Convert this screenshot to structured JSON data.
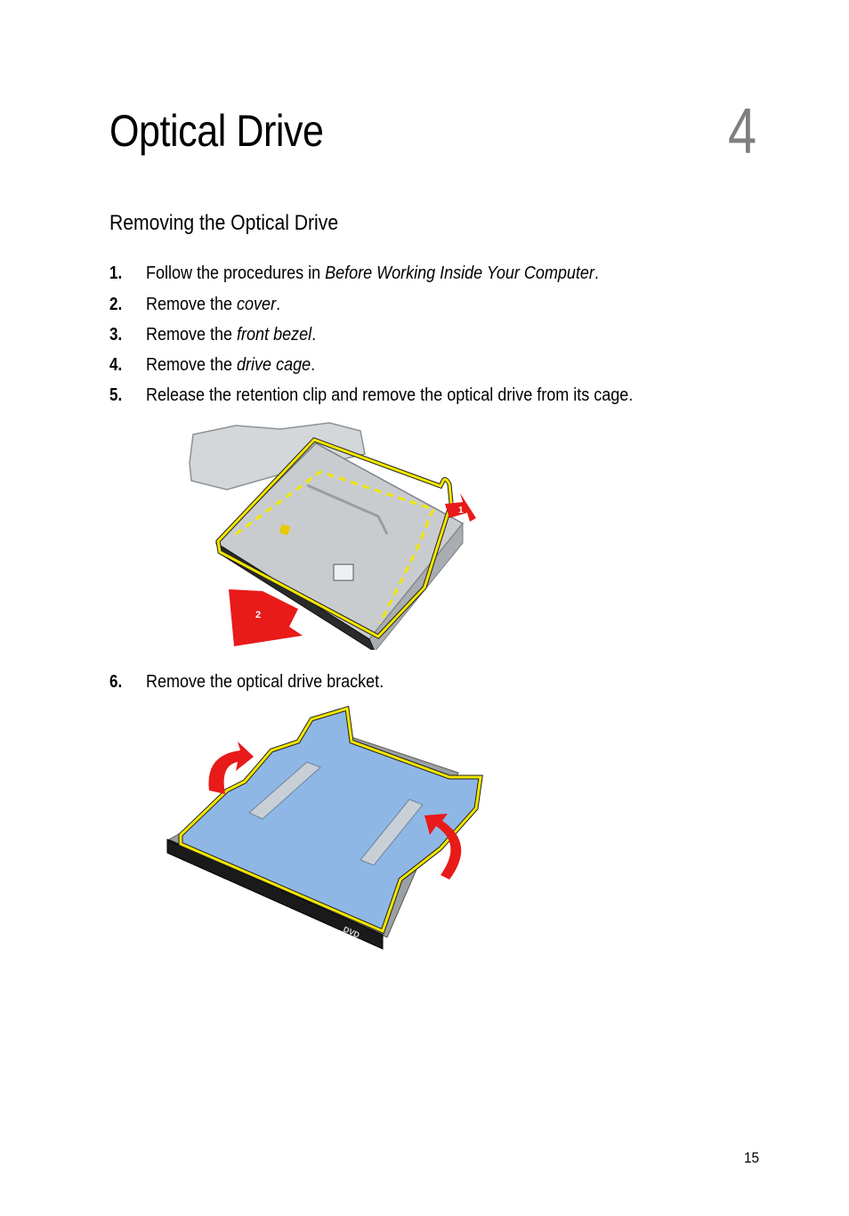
{
  "chapter": {
    "title": "Optical Drive",
    "number": "4"
  },
  "section": {
    "title": "Removing the Optical Drive"
  },
  "steps": [
    {
      "num": "1.",
      "text": "Follow the procedures in ",
      "link": "Before Working Inside Your Computer",
      "suffix": "."
    },
    {
      "num": "2.",
      "text": "Remove the ",
      "link": "cover",
      "suffix": "."
    },
    {
      "num": "3.",
      "text": "Remove the ",
      "link": "front bezel",
      "suffix": "."
    },
    {
      "num": "4.",
      "text": "Remove the ",
      "link": "drive cage",
      "suffix": "."
    },
    {
      "num": "5.",
      "text": "Release the retention clip and remove the optical drive from its cage."
    },
    {
      "num": "6.",
      "text": "Remove the optical drive bracket."
    }
  ],
  "figure1": {
    "callout_1": "1",
    "callout_2": "2"
  },
  "figure2": {
    "drive_logo": "DVD"
  },
  "page": {
    "number": "15"
  },
  "colors": {
    "outline": "#f2e600",
    "arrow": "#e81a1a",
    "bracket": "#8fb7e6",
    "metal": "#c9cccf",
    "heading_number": "#7f7f7f"
  }
}
